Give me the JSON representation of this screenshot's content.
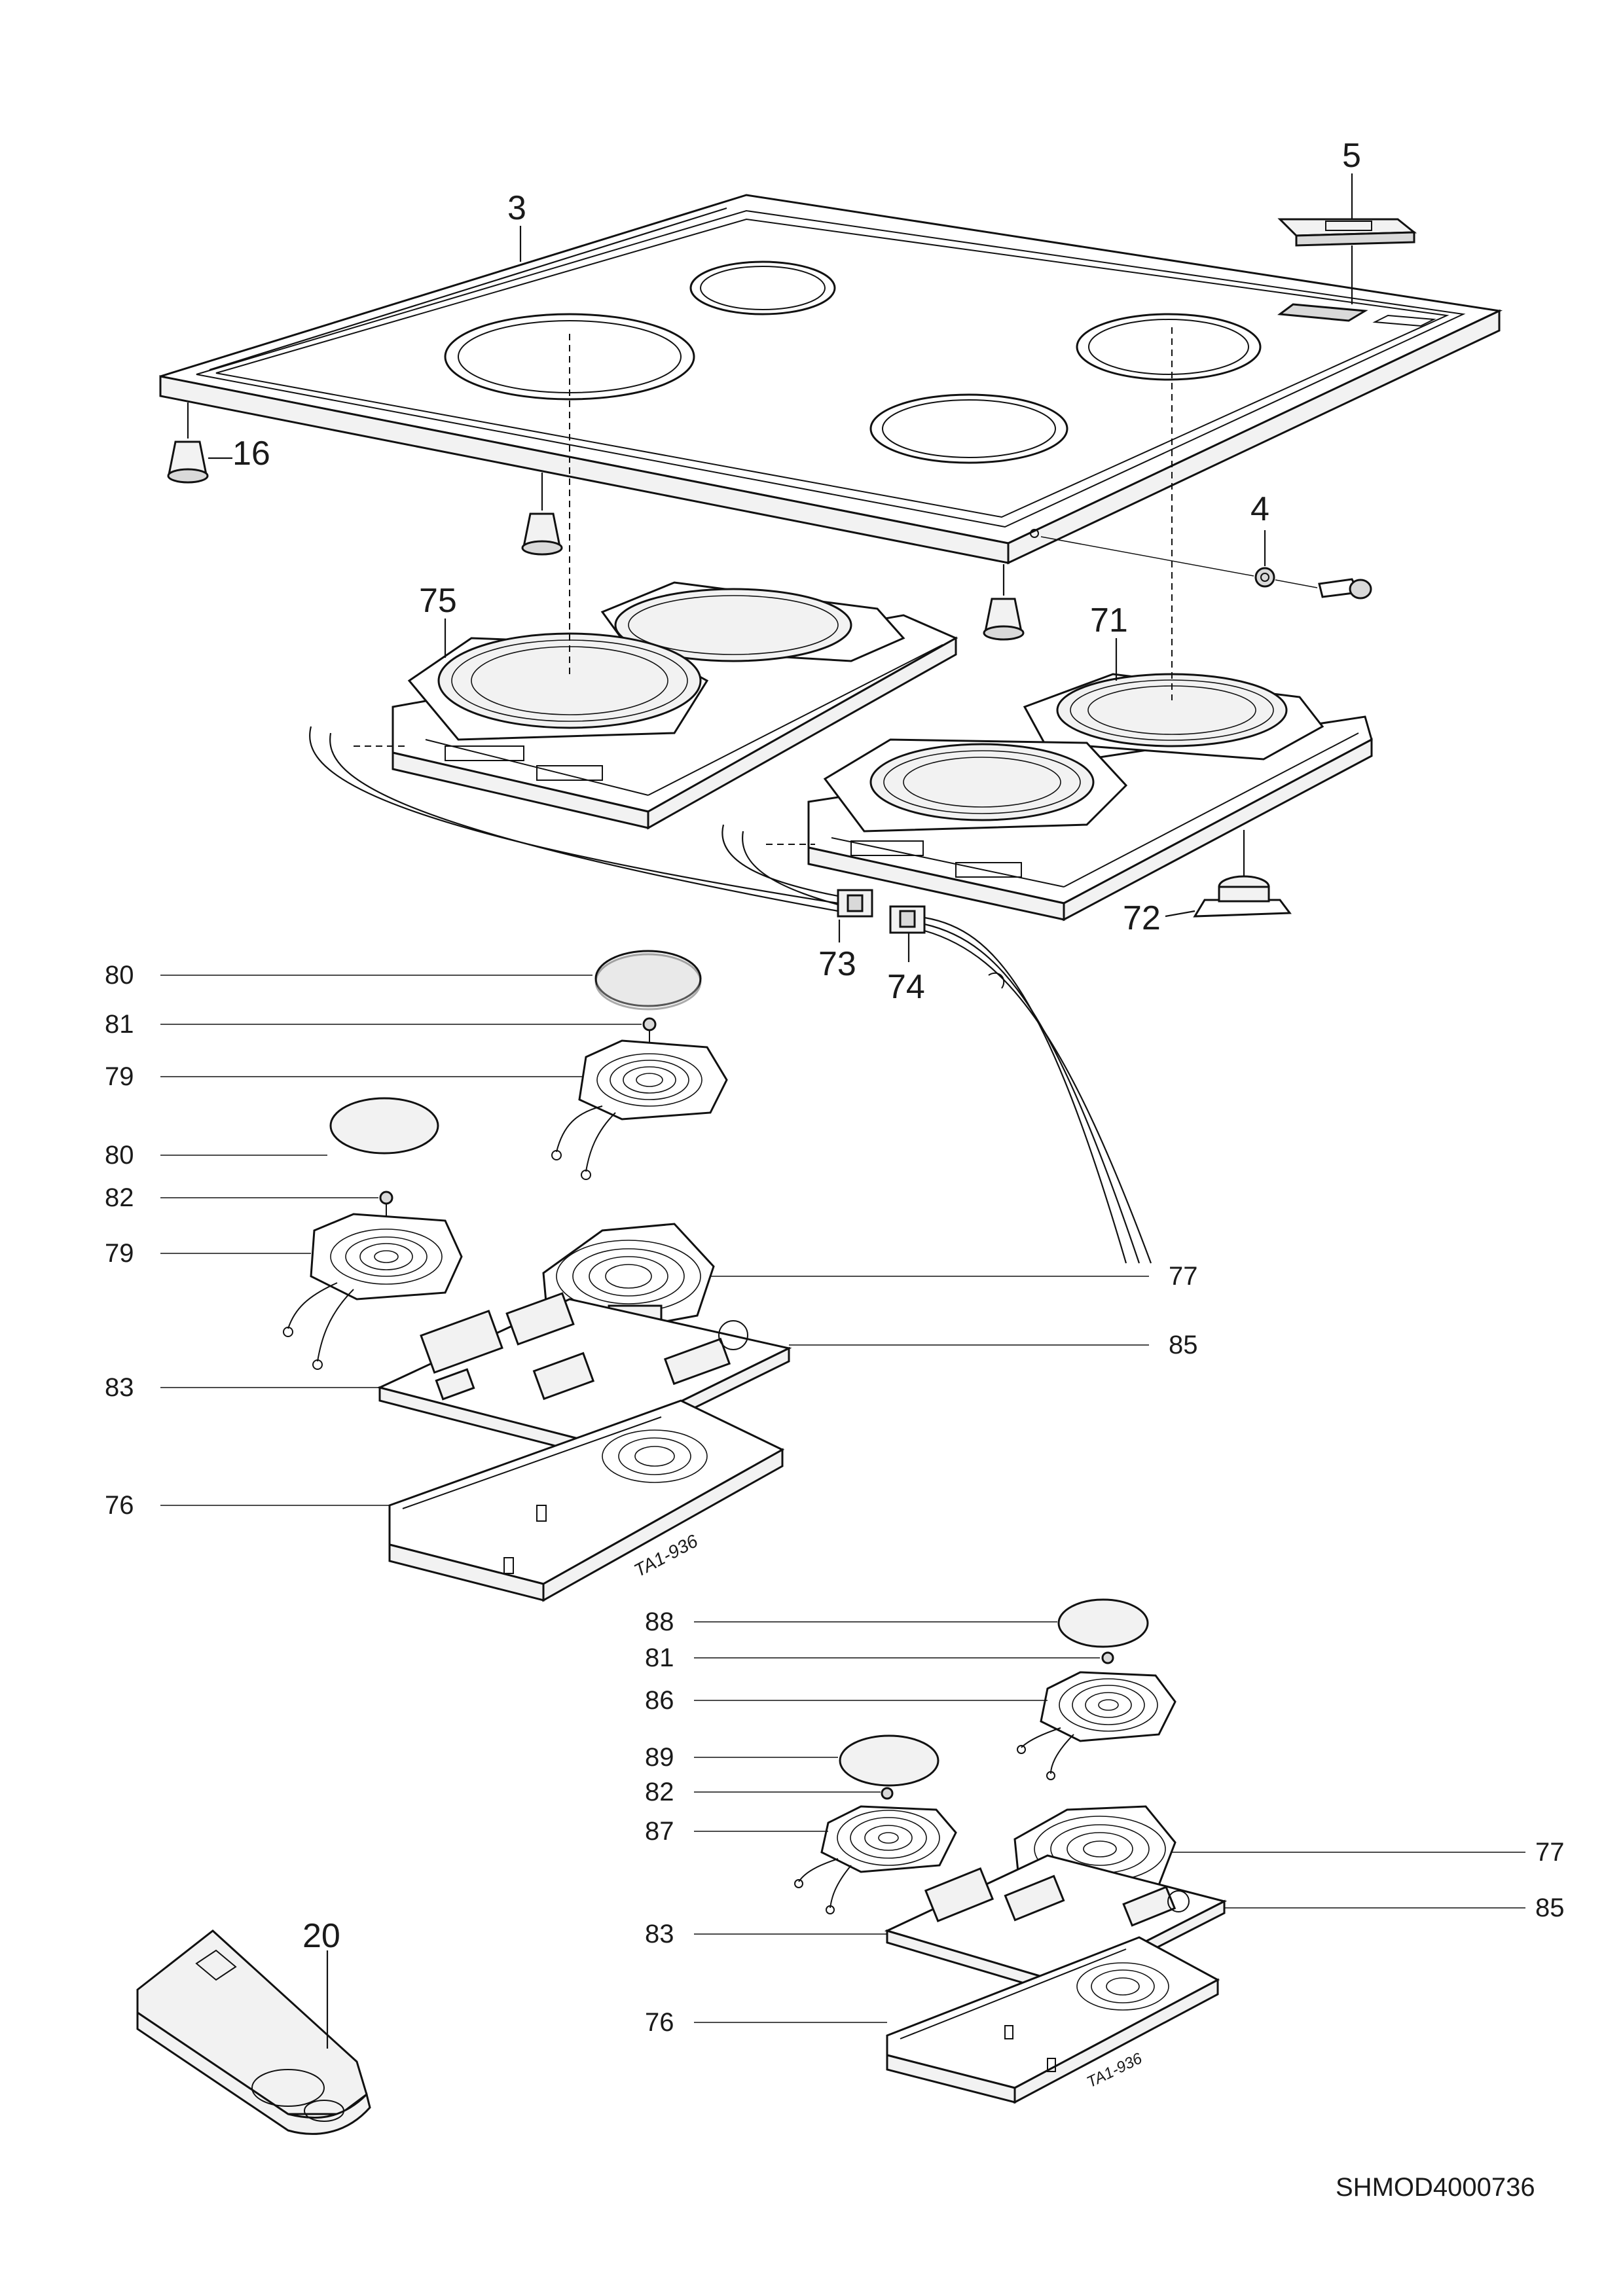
{
  "diagram": {
    "callouts_large": [
      {
        "id": "c3",
        "text": "3"
      },
      {
        "id": "c5",
        "text": "5"
      },
      {
        "id": "c16",
        "text": "16"
      },
      {
        "id": "c4",
        "text": "4"
      },
      {
        "id": "c75",
        "text": "75"
      },
      {
        "id": "c71",
        "text": "71"
      },
      {
        "id": "c72",
        "text": "72"
      },
      {
        "id": "c73",
        "text": "73"
      },
      {
        "id": "c74",
        "text": "74"
      },
      {
        "id": "c20",
        "text": "20"
      }
    ],
    "callouts_left_group": [
      {
        "id": "l80a",
        "text": "80"
      },
      {
        "id": "l81a",
        "text": "81"
      },
      {
        "id": "l79a",
        "text": "79"
      },
      {
        "id": "l80b",
        "text": "80"
      },
      {
        "id": "l82a",
        "text": "82"
      },
      {
        "id": "l79b",
        "text": "79"
      },
      {
        "id": "l77a",
        "text": "77"
      },
      {
        "id": "l85a",
        "text": "85"
      },
      {
        "id": "l83a",
        "text": "83"
      },
      {
        "id": "l76a",
        "text": "76"
      }
    ],
    "callouts_right_group": [
      {
        "id": "r88",
        "text": "88"
      },
      {
        "id": "r81",
        "text": "81"
      },
      {
        "id": "r86",
        "text": "86"
      },
      {
        "id": "r89",
        "text": "89"
      },
      {
        "id": "r82",
        "text": "82"
      },
      {
        "id": "r87",
        "text": "87"
      },
      {
        "id": "r77",
        "text": "77"
      },
      {
        "id": "r85",
        "text": "85"
      },
      {
        "id": "r83",
        "text": "83"
      },
      {
        "id": "r76",
        "text": "76"
      }
    ],
    "module_marking": "TA1-936",
    "reference_code": "SHMOD4000736"
  }
}
